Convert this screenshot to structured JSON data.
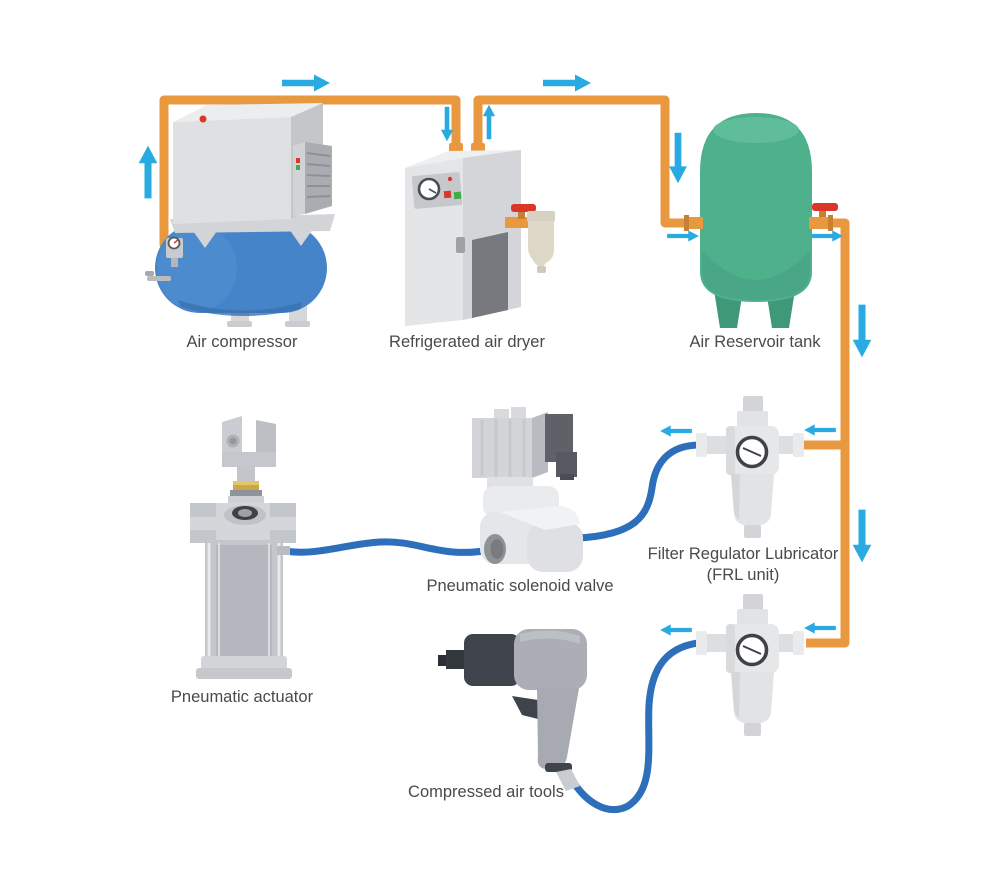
{
  "page_title": "Compressed air system diagram",
  "colors": {
    "background": "#ffffff",
    "pipe_orange": "#E8993F",
    "pipe_orange_dark": "#C87F32",
    "hose_blue": "#2D6FBA",
    "arrow_cyan": "#29ABE2",
    "valve_red": "#D9372A",
    "tank_green": "#4FB08C",
    "tank_green_dark": "#3F9878",
    "compressor_blue": "#4584C8",
    "compressor_blue_dark": "#3A72B0",
    "label_gray": "#4A4A4A"
  },
  "labels": {
    "air_compressor": "Air compressor",
    "refrigerated_air_dryer": "Refrigerated air dryer",
    "air_reservoir_tank": "Air Reservoir tank",
    "frl_line1": "Filter Regulator Lubricator",
    "frl_line2": "(FRL unit)",
    "pneumatic_solenoid_valve": "Pneumatic solenoid valve",
    "pneumatic_actuator": "Pneumatic actuator",
    "compressed_air_tools": "Compressed air tools"
  },
  "diagram": {
    "type": "process-flow",
    "nodes": [
      {
        "id": "air-compressor",
        "label": "Air compressor"
      },
      {
        "id": "refrigerated-air-dryer",
        "label": "Refrigerated air dryer"
      },
      {
        "id": "air-reservoir-tank",
        "label": "Air Reservoir tank"
      },
      {
        "id": "frl-unit-1",
        "label": "Filter Regulator Lubricator (FRL unit)"
      },
      {
        "id": "frl-unit-2",
        "label": ""
      },
      {
        "id": "pneumatic-solenoid-valve",
        "label": "Pneumatic solenoid valve"
      },
      {
        "id": "pneumatic-actuator",
        "label": "Pneumatic actuator"
      },
      {
        "id": "compressed-air-tool",
        "label": "Compressed air tools"
      }
    ],
    "connections": [
      {
        "from": "air-compressor",
        "to": "refrigerated-air-dryer",
        "line": "orange-pipe"
      },
      {
        "from": "refrigerated-air-dryer",
        "to": "air-reservoir-tank",
        "line": "orange-pipe"
      },
      {
        "from": "air-reservoir-tank",
        "to": "frl-unit-1",
        "line": "orange-pipe"
      },
      {
        "from": "air-reservoir-tank",
        "to": "frl-unit-2",
        "line": "orange-pipe"
      },
      {
        "from": "frl-unit-1",
        "to": "pneumatic-solenoid-valve",
        "line": "blue-hose"
      },
      {
        "from": "pneumatic-solenoid-valve",
        "to": "pneumatic-actuator",
        "line": "blue-hose"
      },
      {
        "from": "frl-unit-2",
        "to": "compressed-air-tool",
        "line": "blue-hose"
      }
    ],
    "flow_arrows": [
      {
        "at": "compressor-riser",
        "direction": "up"
      },
      {
        "at": "compressor-to-dryer-top",
        "direction": "right"
      },
      {
        "at": "dryer-inlet",
        "direction": "down"
      },
      {
        "at": "dryer-outlet",
        "direction": "up"
      },
      {
        "at": "dryer-to-tank-top",
        "direction": "right"
      },
      {
        "at": "tank-downcomer",
        "direction": "down"
      },
      {
        "at": "tank-inlet",
        "direction": "right"
      },
      {
        "at": "tank-outlet",
        "direction": "right"
      },
      {
        "at": "main-line-upper",
        "direction": "down"
      },
      {
        "at": "main-line-lower",
        "direction": "down"
      },
      {
        "at": "frl1-outlet",
        "direction": "left"
      },
      {
        "at": "frl1-inlet",
        "direction": "left"
      },
      {
        "at": "frl2-outlet",
        "direction": "left"
      },
      {
        "at": "frl2-inlet",
        "direction": "left"
      }
    ]
  }
}
